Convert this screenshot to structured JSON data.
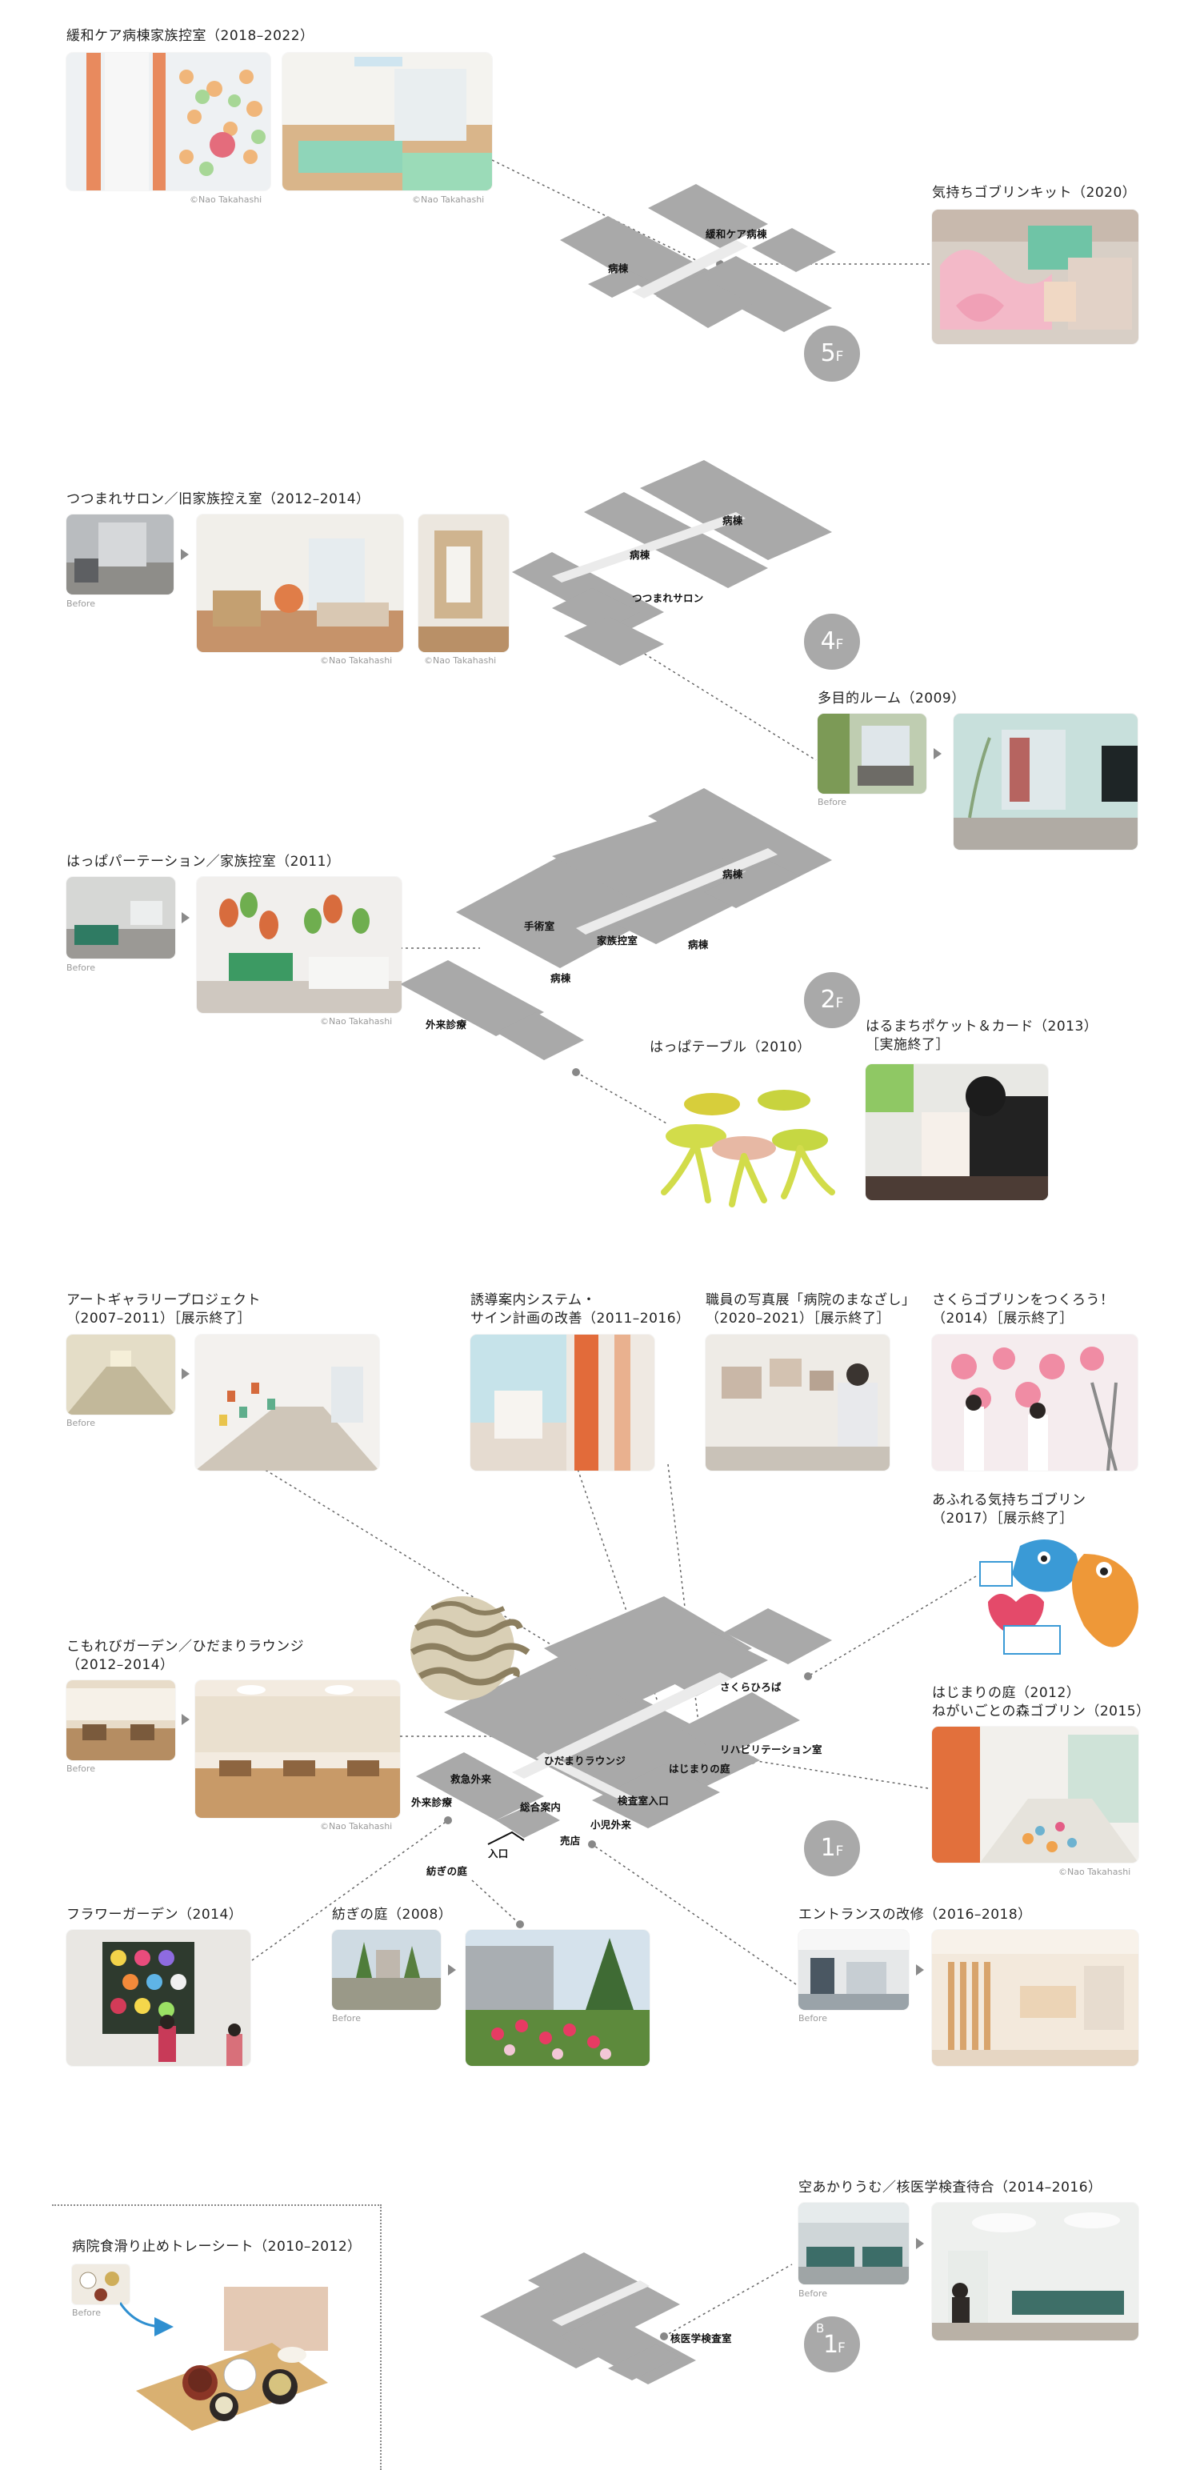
{
  "floors": {
    "f5": {
      "num": "5",
      "unit": "F"
    },
    "f4": {
      "num": "4",
      "unit": "F"
    },
    "f2": {
      "num": "2",
      "unit": "F"
    },
    "f1": {
      "num": "1",
      "unit": "F"
    },
    "b1": {
      "prefix": "B",
      "num": "1",
      "unit": "F"
    }
  },
  "credit": "©Nao Takahashi",
  "before": "Before",
  "projects": {
    "kanwa": "緩和ケア病棟家族控室（2018–2022）",
    "kimochi_kit": "気持ちゴブリンキット（2020）",
    "tsutsumare_salon": "つつまれサロン／旧家族控え室（2012–2014）",
    "tamokuteki": "多目的ルーム（2009）",
    "happa_partition": "はっぱパーテーション／家族控室（2011）",
    "happa_table": "はっぱテーブル（2010）",
    "harumachi_1": "はるまちポケット＆カード（2013）",
    "harumachi_2": "［実施終了］",
    "art_gallery_1": "アートギャラリープロジェクト",
    "art_gallery_2": "（2007–2011）［展示終了］",
    "sign_1": "誘導案内システム・",
    "sign_2": "サイン計画の改善（2011–2016）",
    "photo_ex_1": "職員の写真展「病院のまなざし」",
    "photo_ex_2": "（2020–2021）［展示終了］",
    "sakura_goblin_1": "さくらゴブリンをつくろう！",
    "sakura_goblin_2": "（2014）［展示終了］",
    "afureru_1": "あふれる気持ちゴブリン",
    "afureru_2": "（2017）［展示終了］",
    "komorebi_1": "こもれびガーデン／ひだまりラウンジ",
    "komorebi_2": "（2012–2014）",
    "hajimari_1": "はじまりの庭（2012）",
    "hajimari_2": "ねがいごとの森ゴブリン（2015）",
    "flower": "フラワーガーデン（2014）",
    "tsumugi": "紡ぎの庭（2008）",
    "entrance": "エントランスの改修（2016–2018）",
    "sora": "空あかりうむ／核医学検査待合（2014–2016）",
    "tray": "病院食滑り止めトレーシート（2010–2012）"
  },
  "map_labels": {
    "f5_kanwa": "緩和ケア病棟",
    "f5_byoto": "病棟",
    "f4_byoto_a": "病棟",
    "f4_byoto_b": "病棟",
    "f4_salon": "つつまれサロン",
    "f2_byoto_a": "病棟",
    "f2_shujutsu": "手術室",
    "f2_kazoku": "家族控室",
    "f2_byoto_b": "病棟",
    "f2_byoto_c": "病棟",
    "f2_gairai": "外来診療",
    "f1_sakura": "さくらひろば",
    "f1_rehab": "リハビリテーション室",
    "f1_hidamari": "ひだまりラウンジ",
    "f1_hajimari": "はじまりの庭",
    "f1_kyukyu": "救急外来",
    "f1_gairai": "外来診療",
    "f1_sogo": "総合案内",
    "f1_kensa": "検査室入口",
    "f1_shoni": "小児外来",
    "f1_baiten": "売店",
    "f1_iriguchi": "入口",
    "f1_tsumugi": "紡ぎの庭",
    "b1_kaku": "核医学検査室"
  },
  "colors": {
    "map_gray": "#a9a9a9",
    "corridor": "#ebebeb",
    "accent_orange": "#e2713c",
    "wall_mint": "#9fd7c6",
    "wood": "#d8b48a"
  }
}
